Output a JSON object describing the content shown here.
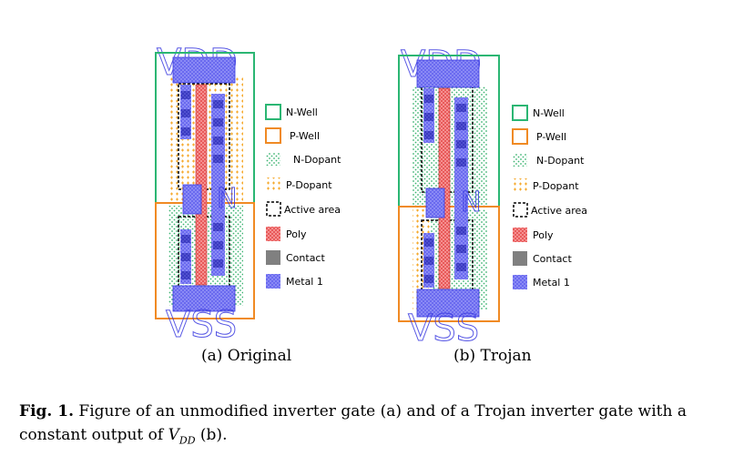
{
  "figure": {
    "panel_a": {
      "label": "(a) Original",
      "vdd_label": "VDD",
      "vss_label": "VSS",
      "out_label": "N"
    },
    "panel_b": {
      "label": "(b) Trojan",
      "vdd_label": "VDD",
      "vss_label": "VSS",
      "out_label": "N"
    },
    "legend": [
      {
        "label": "N-Well",
        "color": "#2bb673",
        "style": "outline"
      },
      {
        "label": "P-Well",
        "color": "#f08a24",
        "style": "outline"
      },
      {
        "label": "N-Dopant",
        "color": "#3cb371",
        "style": "dots"
      },
      {
        "label": "P-Dopant",
        "color": "#f5a623",
        "style": "plus"
      },
      {
        "label": "Active area",
        "color": "#000000",
        "style": "dashed"
      },
      {
        "label": "Poly",
        "color": "#e85a5a",
        "style": "hatch"
      },
      {
        "label": "Contact",
        "color": "#808080",
        "style": "solid"
      },
      {
        "label": "Metal 1",
        "color": "#5a5ae6",
        "style": "hatch"
      }
    ]
  },
  "caption": {
    "prefix": "Fig. 1.",
    "text_before": " Figure of an unmodified inverter gate (a) and of a Trojan inverter gate with a constant output of ",
    "var_main": "V",
    "var_sub": "DD",
    "text_after": " (b)."
  }
}
